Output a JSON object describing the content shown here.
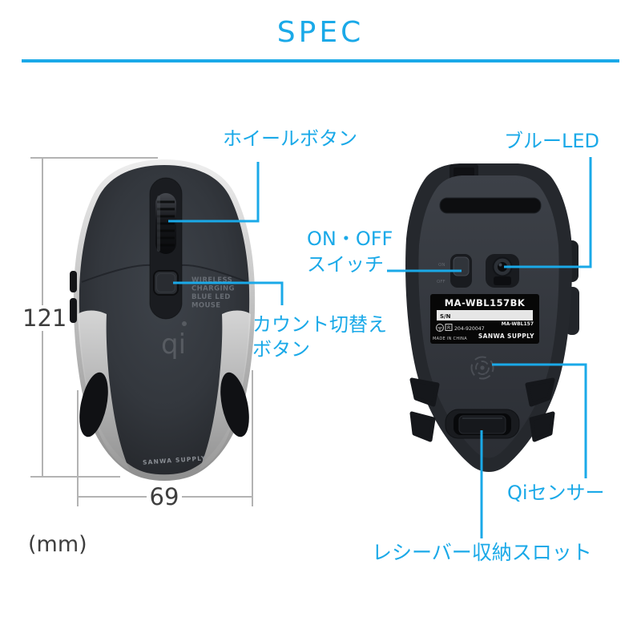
{
  "colors": {
    "accent": "#1aa9e8",
    "dim-line": "#b3b3b3",
    "dim-text": "#3e3e3e"
  },
  "header": {
    "title": "SPEC"
  },
  "units_note": "(mm)",
  "dimensions": {
    "height_mm": "121",
    "width_mm": "69"
  },
  "callouts": {
    "wheel_button": "ホイールボタン",
    "count_switch": {
      "line1": "カウント切替え",
      "line2": "ボタン"
    },
    "blue_led": "ブルーLED",
    "on_off_switch": {
      "line1": "ON・OFF",
      "line2": "スイッチ"
    },
    "qi_sensor": "Qiセンサー",
    "receiver_slot": "レシーバー収納スロット"
  },
  "top_view": {
    "body_text": {
      "line1": "WIRELESS",
      "line2": "CHARGING",
      "line3": "BLUE LED",
      "line4": "MOUSE"
    },
    "qi_logo": "qi",
    "brand": "SANWA SUPPLY"
  },
  "bottom_view": {
    "switch": {
      "on": "ON",
      "off": "OFF"
    },
    "label": {
      "model": "MA-WBL157BK",
      "serial_label": "S/N",
      "cert_r": "R",
      "cert_number": "204-920047",
      "model_short": "MA-WBL157",
      "made_in": "MADE IN CHINA",
      "brand": "SANWA SUPPLY"
    }
  }
}
